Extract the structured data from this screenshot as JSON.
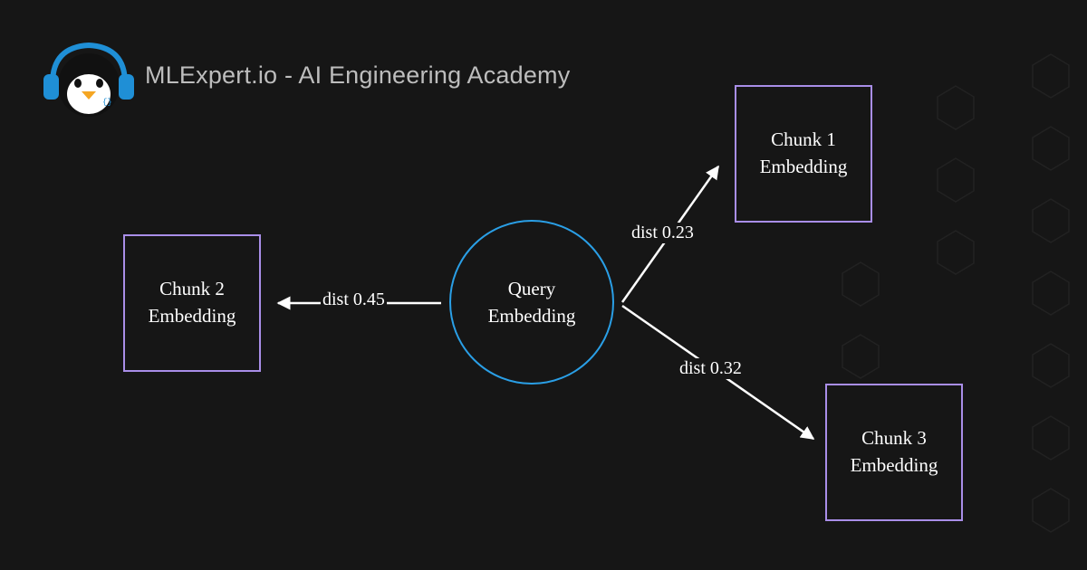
{
  "brand": {
    "title": "MLExpert.io - AI Engineering Academy",
    "logo_icon": "penguin-headphones-icon"
  },
  "colors": {
    "background": "#161616",
    "chunk_border": "#a98ee8",
    "query_border": "#2a9fe6",
    "arrow": "#ffffff",
    "headphones": "#1f8fd6"
  },
  "diagram": {
    "query": {
      "line1": "Query",
      "line2": "Embedding"
    },
    "chunks": [
      {
        "id": "chunk1",
        "line1": "Chunk 1",
        "line2": "Embedding",
        "dist_label": "dist 0.23"
      },
      {
        "id": "chunk2",
        "line1": "Chunk 2",
        "line2": "Embedding",
        "dist_label": "dist 0.45"
      },
      {
        "id": "chunk3",
        "line1": "Chunk 3",
        "line2": "Embedding",
        "dist_label": "dist 0.32"
      }
    ]
  }
}
